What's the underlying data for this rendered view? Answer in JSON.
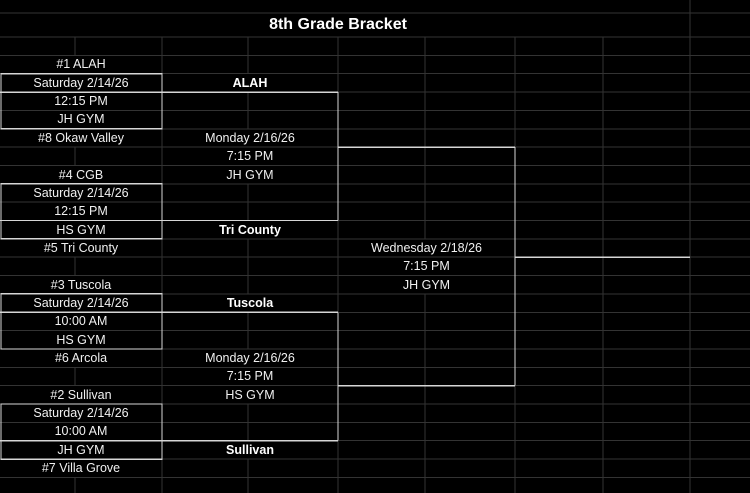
{
  "title": "8th Grade Bracket",
  "colors": {
    "background": "#000000",
    "gridline": "#333333",
    "bracket_line": "#d6d6d6",
    "text": "#f0f0f0"
  },
  "bracket": {
    "quarterfinals": [
      {
        "top_seed": "#1 ALAH",
        "date": "Saturday 2/14/26",
        "time": "12:15 PM",
        "venue": "JH GYM",
        "bottom_seed": "#8 Okaw Valley",
        "winner": "ALAH"
      },
      {
        "top_seed": "#4 CGB",
        "date": "Saturday 2/14/26",
        "time": "12:15 PM",
        "venue": "HS GYM",
        "bottom_seed": "#5 Tri County",
        "winner": "Tri County"
      },
      {
        "top_seed": "#3 Tuscola",
        "date": "Saturday 2/14/26",
        "time": "10:00 AM",
        "venue": "HS GYM",
        "bottom_seed": "#6 Arcola",
        "winner": "Tuscola"
      },
      {
        "top_seed": "#2 Sullivan",
        "date": "Saturday 2/14/26",
        "time": "10:00 AM",
        "venue": "JH GYM",
        "bottom_seed": "#7 Villa Grove",
        "winner": "Sullivan"
      }
    ],
    "semifinals": [
      {
        "date": "Monday 2/16/26",
        "time": "7:15 PM",
        "venue": "JH GYM"
      },
      {
        "date": "Monday 2/16/26",
        "time": "7:15 PM",
        "venue": "HS GYM"
      }
    ],
    "championship": {
      "date": "Wednesday 2/18/26",
      "time": "7:15 PM",
      "venue": "JH GYM"
    }
  }
}
